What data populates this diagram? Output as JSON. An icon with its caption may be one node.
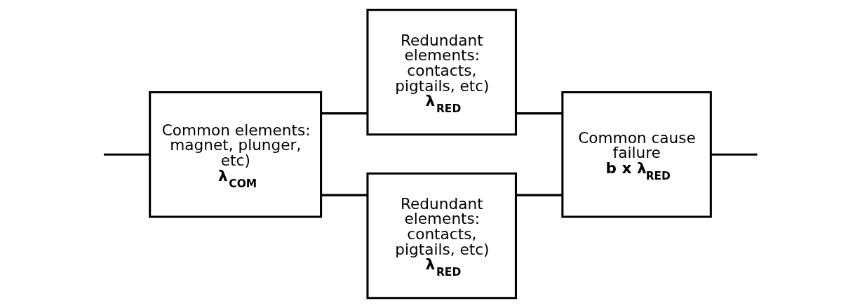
{
  "diagram": {
    "nodes": [
      {
        "text": [
          "Common elements: magnet, plunger, etc)",
          "λ$_{COM}$"
        ]
      },
      {
        "text": [
          "Redundant elements: contacts, pigtails, etc)",
          "λ$_{RED}$"
        ]
      },
      {
        "text": [
          "Redundant elements: contacts, pigtails, etc)",
          "λ$_{RED}$"
        ]
      },
      {
        "text": [
          "Common cause failure",
          "b x λ$_{RED}$"
        ]
      }
    ],
    "edges": [
      {
        "from": null,
        "to": 0,
        "arrow": "none"
      },
      {
        "from": 0,
        "to": 1,
        "arrow": "none"
      },
      {
        "from": 0,
        "to": 2,
        "arrow": "none"
      },
      {
        "from": 1,
        "to": 3,
        "arrow": "none"
      },
      {
        "from": 2,
        "to": 3,
        "arrow": "none"
      },
      {
        "from": 3,
        "to": null,
        "arrow": "none"
      }
    ]
  }
}
